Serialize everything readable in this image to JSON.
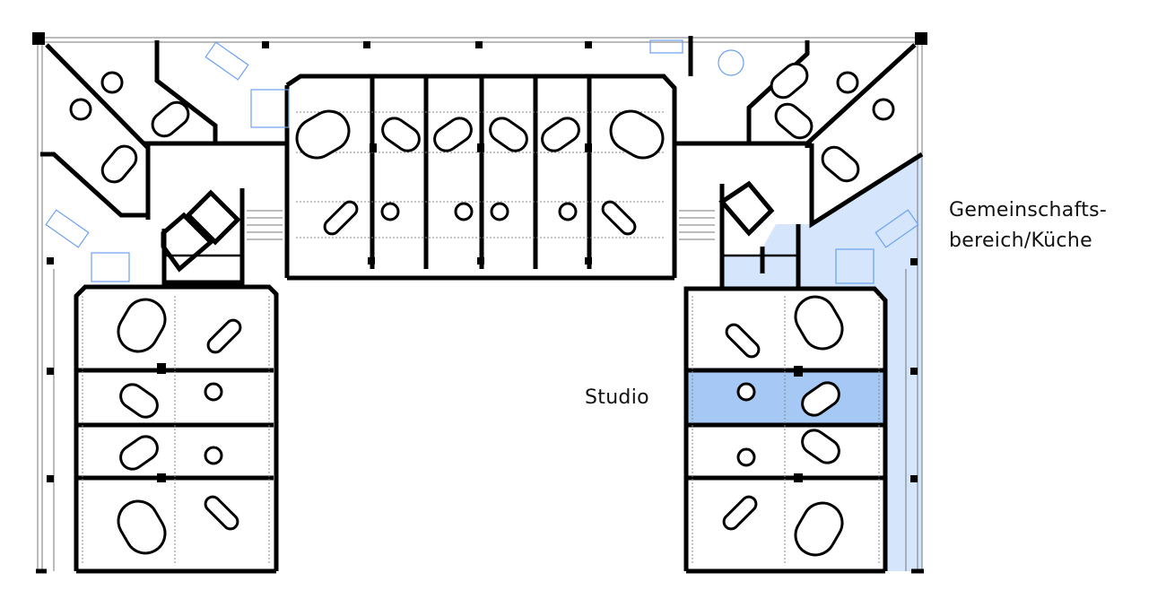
{
  "labels": {
    "common_area": [
      "Gemeinschafts-",
      "bereich/Küche"
    ],
    "studio": "Studio"
  },
  "colors": {
    "common_area_fill": "#d5e6fc",
    "studio_fill": "#a6c8f5",
    "wall": "#000000",
    "furniture": "#6aa0f0"
  }
}
